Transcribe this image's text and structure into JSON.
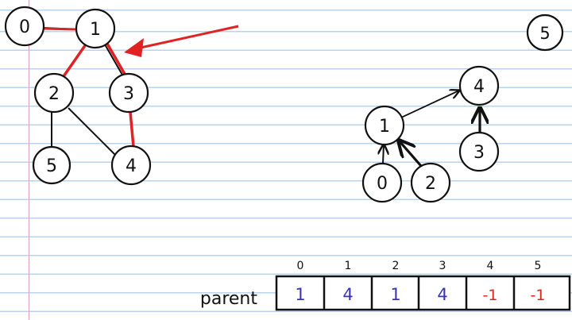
{
  "colors": {
    "ink": "#111111",
    "highlight": "#e02222",
    "root_value": "#e02222",
    "parent_value": "#3a33b8",
    "ruled_line": "#b9d3ee",
    "margin_line": "#d9a3c9"
  },
  "graph": {
    "nodes": [
      {
        "id": "0",
        "label": "0"
      },
      {
        "id": "1",
        "label": "1"
      },
      {
        "id": "2",
        "label": "2"
      },
      {
        "id": "3",
        "label": "3"
      },
      {
        "id": "4",
        "label": "4"
      },
      {
        "id": "5",
        "label": "5"
      }
    ],
    "edges": [
      {
        "from": "0",
        "to": "1",
        "highlight": true
      },
      {
        "from": "1",
        "to": "2",
        "highlight": true
      },
      {
        "from": "1",
        "to": "3",
        "highlight": true
      },
      {
        "from": "3",
        "to": "4",
        "highlight": true
      },
      {
        "from": "2",
        "to": "5",
        "highlight": false
      },
      {
        "from": "2",
        "to": "4",
        "highlight": false
      }
    ],
    "isolated_node_label": "5"
  },
  "forest": {
    "nodes": [
      {
        "id": "1",
        "label": "1"
      },
      {
        "id": "4",
        "label": "4"
      },
      {
        "id": "3",
        "label": "3"
      },
      {
        "id": "0",
        "label": "0"
      },
      {
        "id": "2",
        "label": "2"
      }
    ],
    "edges": [
      {
        "from": "1",
        "to": "4"
      },
      {
        "from": "3",
        "to": "4"
      },
      {
        "from": "0",
        "to": "1"
      },
      {
        "from": "2",
        "to": "1"
      }
    ]
  },
  "parent_table": {
    "label": "parent",
    "indices": [
      "0",
      "1",
      "2",
      "3",
      "4",
      "5"
    ],
    "values": [
      "1",
      "4",
      "1",
      "4",
      "-1",
      "-1"
    ]
  }
}
